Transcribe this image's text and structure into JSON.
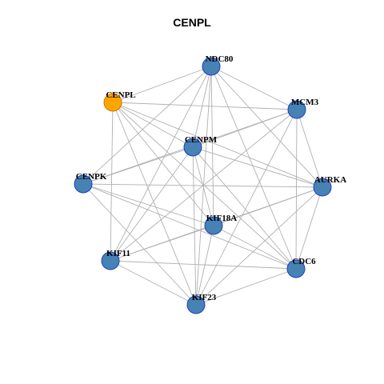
{
  "title": "CENPL",
  "colors": {
    "highlight_node": "#ffa500",
    "node_fill": "#4682b4",
    "node_stroke": "#1f3fbf",
    "edge": "#b0b0b0"
  },
  "nodes": [
    {
      "id": "NDC80",
      "label": "NDC80",
      "highlight": false
    },
    {
      "id": "CENPL",
      "label": "CENPL",
      "highlight": true
    },
    {
      "id": "MCM3",
      "label": "MCM3",
      "highlight": false
    },
    {
      "id": "CENPM",
      "label": "CENPM",
      "highlight": false
    },
    {
      "id": "CENPK",
      "label": "CENPK",
      "highlight": false
    },
    {
      "id": "AURKA",
      "label": "AURKA",
      "highlight": false
    },
    {
      "id": "KIF18A",
      "label": "KIF18A",
      "highlight": false
    },
    {
      "id": "KIF11",
      "label": "KIF11",
      "highlight": false
    },
    {
      "id": "CDC6",
      "label": "CDC6",
      "highlight": false
    },
    {
      "id": "KIF23",
      "label": "KIF23",
      "highlight": false
    }
  ],
  "edges": [
    [
      "NDC80",
      "CENPL"
    ],
    [
      "NDC80",
      "MCM3"
    ],
    [
      "NDC80",
      "CENPM"
    ],
    [
      "NDC80",
      "CENPK"
    ],
    [
      "NDC80",
      "AURKA"
    ],
    [
      "NDC80",
      "KIF18A"
    ],
    [
      "NDC80",
      "KIF11"
    ],
    [
      "NDC80",
      "CDC6"
    ],
    [
      "NDC80",
      "KIF23"
    ],
    [
      "CENPL",
      "MCM3"
    ],
    [
      "CENPL",
      "CENPM"
    ],
    [
      "CENPL",
      "AURKA"
    ],
    [
      "CENPL",
      "KIF18A"
    ],
    [
      "CENPL",
      "KIF11"
    ],
    [
      "CENPL",
      "CDC6"
    ],
    [
      "CENPL",
      "KIF23"
    ],
    [
      "MCM3",
      "CENPM"
    ],
    [
      "MCM3",
      "CENPK"
    ],
    [
      "MCM3",
      "AURKA"
    ],
    [
      "MCM3",
      "KIF11"
    ],
    [
      "MCM3",
      "CDC6"
    ],
    [
      "MCM3",
      "KIF23"
    ],
    [
      "CENPM",
      "CENPK"
    ],
    [
      "CENPM",
      "AURKA"
    ],
    [
      "CENPM",
      "KIF18A"
    ],
    [
      "CENPM",
      "KIF11"
    ],
    [
      "CENPM",
      "CDC6"
    ],
    [
      "CENPM",
      "KIF23"
    ],
    [
      "CENPK",
      "AURKA"
    ],
    [
      "CENPK",
      "KIF18A"
    ],
    [
      "CENPK",
      "CDC6"
    ],
    [
      "CENPK",
      "KIF23"
    ],
    [
      "AURKA",
      "KIF18A"
    ],
    [
      "AURKA",
      "KIF11"
    ],
    [
      "AURKA",
      "CDC6"
    ],
    [
      "AURKA",
      "KIF23"
    ],
    [
      "KIF18A",
      "KIF11"
    ],
    [
      "KIF18A",
      "CDC6"
    ],
    [
      "KIF18A",
      "KIF23"
    ],
    [
      "KIF11",
      "CDC6"
    ],
    [
      "KIF11",
      "KIF23"
    ],
    [
      "CDC6",
      "KIF23"
    ]
  ]
}
